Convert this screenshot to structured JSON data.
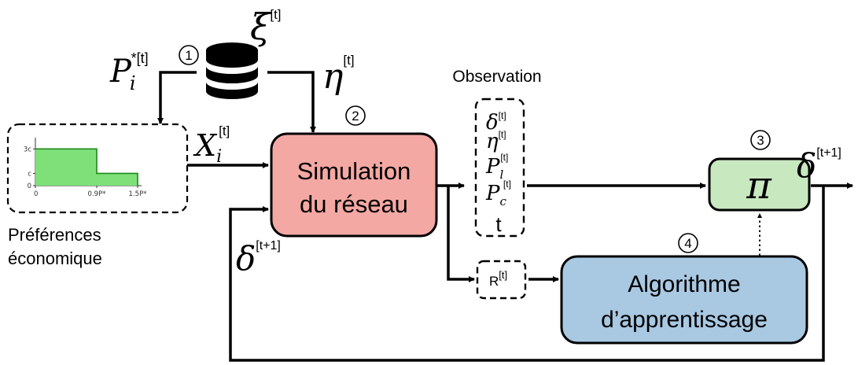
{
  "colors": {
    "simulation_fill": "#f4a8a3",
    "policy_fill": "#c8e8c0",
    "algorithm_fill": "#a9c8e2",
    "chart_fill": "#7fe07a",
    "chart_line": "#1a8a1a",
    "ink": "#000000"
  },
  "steps": {
    "s1": "1",
    "s2": "2",
    "s3": "3",
    "s4": "4"
  },
  "symbols": {
    "xi_base": "ξ",
    "xi_sup": "[t]",
    "p_star_base": "P",
    "p_star_sub": "i",
    "p_star_sup": "*[t]",
    "eta_base": "η",
    "eta_sup": "[t]",
    "chi_base": "X",
    "chi_sub": "i",
    "chi_sup": "[t]",
    "delta_out_base": "δ",
    "delta_out_sup": "[t+1]",
    "delta_fb_base": "δ",
    "delta_fb_sup": "[t+1]",
    "pi": "π"
  },
  "observation": {
    "title": "Observation",
    "items": [
      {
        "base": "δ",
        "sub": "",
        "sup": "[t]"
      },
      {
        "base": "η",
        "sub": "",
        "sup": "[t]"
      },
      {
        "base": "P",
        "sub": "l",
        "sup": "[t]"
      },
      {
        "base": "P",
        "sub": "c",
        "sup": "[t]"
      }
    ],
    "last": "t"
  },
  "reward": {
    "base": "R",
    "sup": "[t]"
  },
  "boxes": {
    "simulation": [
      "Simulation",
      "du réseau"
    ],
    "algorithm": [
      "Algorithme",
      "d’apprentissage"
    ]
  },
  "preferences": {
    "label": [
      "Préférences",
      "économique"
    ]
  },
  "chart_data": {
    "type": "area",
    "title": "",
    "xlabel": "",
    "ylabel": "",
    "x_ticks": [
      "0",
      "0.9P*",
      "1.5P*"
    ],
    "y_ticks": [
      "0",
      "c",
      "3c"
    ],
    "steps": [
      {
        "x_from": "0",
        "x_to": "0.9P*",
        "value": "3c"
      },
      {
        "x_from": "0.9P*",
        "x_to": "1.5P*",
        "value": "c"
      }
    ]
  }
}
